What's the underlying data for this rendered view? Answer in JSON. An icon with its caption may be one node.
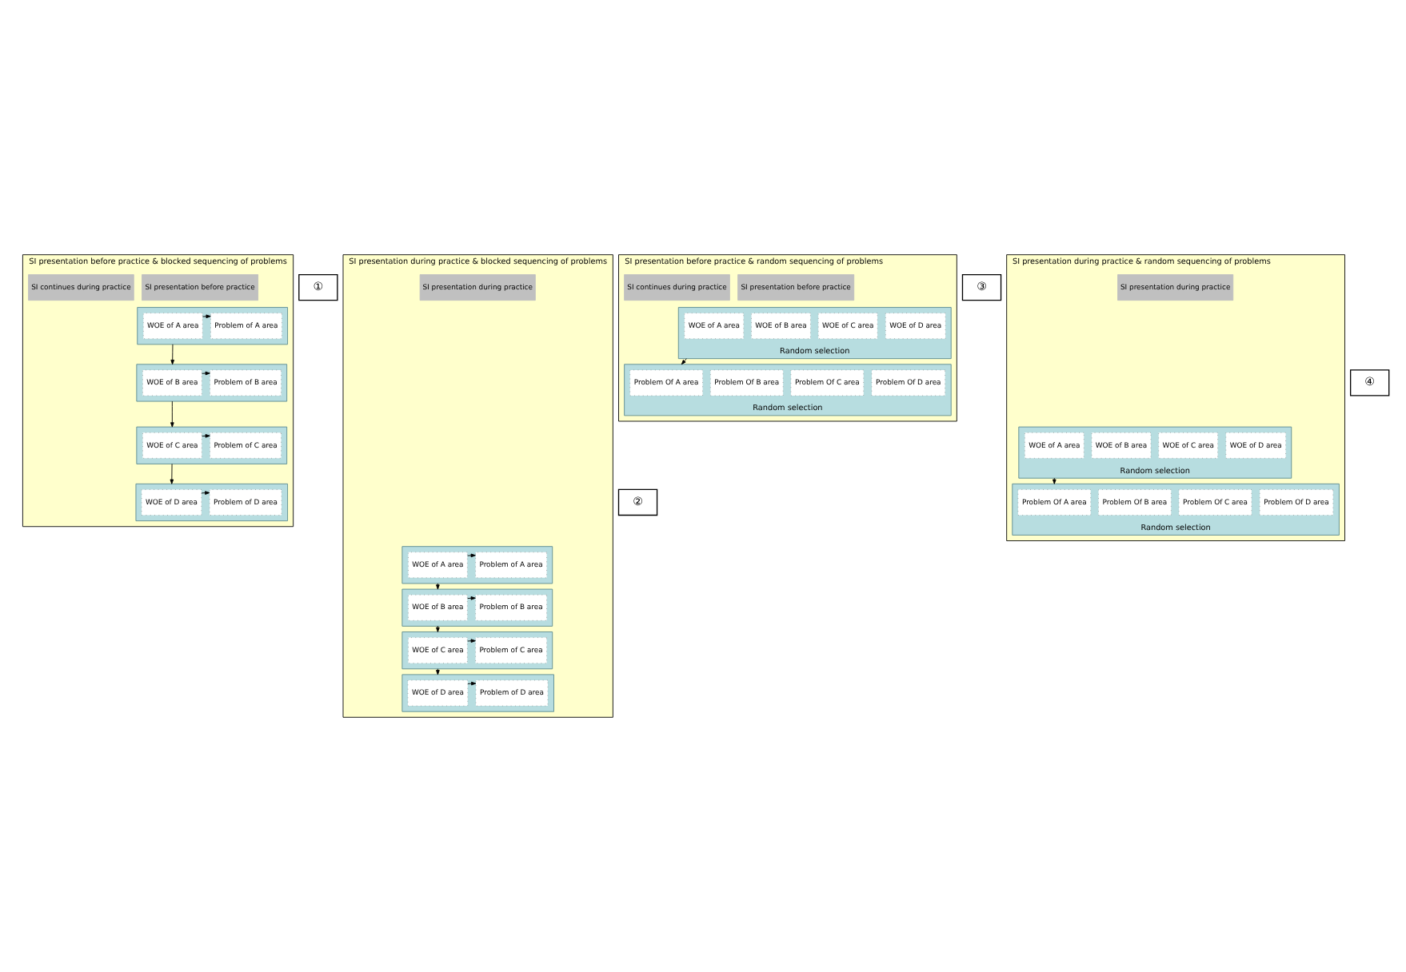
{
  "diagram": {
    "nodes": [
      {
        "text": [
          "SI presentation before practice & blocked sequencing of problems"
        ]
      },
      {
        "text": [
          "①"
        ]
      },
      {
        "text": [
          "SI presentation before practice"
        ],
        "in": 0
      },
      {
        "text": [
          "SI continues during practice"
        ],
        "in": 0
      },
      {
        "text": [],
        "shape": "box",
        "in": 0
      },
      {
        "text": [
          "WOE of A area"
        ],
        "in": 4
      },
      {
        "text": [
          "Problem of A area"
        ],
        "in": 4
      },
      {
        "text": [],
        "shape": "box",
        "in": 0
      },
      {
        "text": [
          "WOE of B area"
        ],
        "in": 7
      },
      {
        "text": [
          "Problem of B area"
        ],
        "in": 7
      },
      {
        "text": [],
        "shape": "box",
        "in": 0
      },
      {
        "text": [
          "WOE of C area"
        ],
        "in": 10
      },
      {
        "text": [
          "Problem of C area"
        ],
        "in": 10
      },
      {
        "text": [],
        "shape": "box",
        "in": 0
      },
      {
        "text": [
          "WOE of D area"
        ],
        "in": 13
      },
      {
        "text": [
          "Problem of D area"
        ],
        "in": 13
      },
      {
        "text": [
          "SI presentation before practice & random sequencing of problems"
        ]
      },
      {
        "text": [
          "③"
        ]
      },
      {
        "text": [
          "SI presentation before practice"
        ],
        "in": 16
      },
      {
        "text": [
          "SI continues during practice"
        ],
        "in": 16
      },
      {
        "text": [
          "Random selection"
        ],
        "in": 16
      },
      {
        "text": [
          "WOE of A area"
        ],
        "in": 20
      },
      {
        "text": [
          "WOE of B area"
        ],
        "in": 20
      },
      {
        "text": [
          "WOE of C area"
        ],
        "in": 20
      },
      {
        "text": [
          "WOE of D area"
        ],
        "in": 20
      },
      {
        "text": [
          "Random selection"
        ],
        "in": 16
      },
      {
        "text": [
          "Problem Of A area"
        ],
        "in": 25
      },
      {
        "text": [
          "Problem Of B area"
        ],
        "in": 25
      },
      {
        "text": [
          "Problem Of C area"
        ],
        "in": 25
      },
      {
        "text": [
          "Problem Of D area"
        ],
        "in": 25
      },
      {
        "text": [
          "SI presentation during practice & blocked sequencing of problems"
        ]
      },
      {
        "text": [
          "②"
        ]
      },
      {
        "text": [
          "SI presentation during practice"
        ],
        "in": 30
      },
      {
        "text": [],
        "shape": "box",
        "in": 30
      },
      {
        "text": [
          "WOE of A area"
        ],
        "in": 33
      },
      {
        "text": [
          "Problem of A area"
        ],
        "in": 33
      },
      {
        "text": [],
        "shape": "box",
        "in": 30
      },
      {
        "text": [
          "WOE of B area"
        ],
        "in": 36
      },
      {
        "text": [
          "Problem of B area"
        ],
        "in": 36
      },
      {
        "text": [],
        "shape": "box",
        "in": 30
      },
      {
        "text": [
          "WOE of C area"
        ],
        "in": 39
      },
      {
        "text": [
          "Problem of C area"
        ],
        "in": 39
      },
      {
        "text": [],
        "shape": "box",
        "in": 30
      },
      {
        "text": [
          "WOE of D area"
        ],
        "in": 42
      },
      {
        "text": [
          "Problem of D area"
        ],
        "in": 42
      },
      {
        "text": [
          "SI presentation during practice & random sequencing of problems"
        ]
      },
      {
        "text": [
          "④"
        ]
      },
      {
        "text": [
          "SI presentation during practice"
        ],
        "in": 45
      },
      {
        "text": [
          "Random selection"
        ],
        "in": 45
      },
      {
        "text": [
          "WOE of A area"
        ],
        "in": 48
      },
      {
        "text": [
          "WOE of B area"
        ],
        "in": 48
      },
      {
        "text": [
          "WOE of C area"
        ],
        "in": 48
      },
      {
        "text": [
          "WOE of D area"
        ],
        "in": 48
      },
      {
        "text": [
          "Random selection"
        ],
        "in": 45
      },
      {
        "text": [
          "Problem Of A area"
        ],
        "in": 53
      },
      {
        "text": [
          "Problem Of B area"
        ],
        "in": 53
      },
      {
        "text": [
          "Problem Of C area"
        ],
        "in": 53
      },
      {
        "text": [
          "Problem Of D area"
        ],
        "in": 53
      }
    ],
    "edges": [
      {
        "from": 5,
        "to": 6,
        "arrow": "to"
      },
      {
        "from": 4,
        "to": 7,
        "arrow": "to"
      },
      {
        "from": 8,
        "to": 9,
        "arrow": "to"
      },
      {
        "from": 7,
        "to": 10,
        "arrow": "to"
      },
      {
        "from": 11,
        "to": 12,
        "arrow": "to"
      },
      {
        "from": 10,
        "to": 13,
        "arrow": "to"
      },
      {
        "from": 14,
        "to": 15,
        "arrow": "to"
      },
      {
        "from": 20,
        "to": 25,
        "arrow": "to"
      },
      {
        "from": 34,
        "to": 35,
        "arrow": "to"
      },
      {
        "from": 33,
        "to": 36,
        "arrow": "to"
      },
      {
        "from": 37,
        "to": 38,
        "arrow": "to"
      },
      {
        "from": 36,
        "to": 39,
        "arrow": "to"
      },
      {
        "from": 40,
        "to": 41,
        "arrow": "to"
      },
      {
        "from": 39,
        "to": 42,
        "arrow": "to"
      },
      {
        "from": 43,
        "to": 44,
        "arrow": "to"
      },
      {
        "from": 48,
        "to": 53,
        "arrow": "to"
      }
    ]
  }
}
